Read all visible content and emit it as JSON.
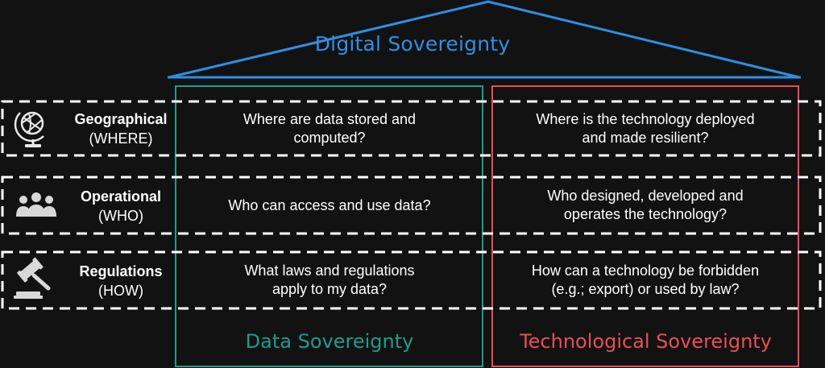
{
  "title": "Digital Sovereignty",
  "columns": [
    {
      "title": "Data Sovereignty",
      "color": "#1f9b8f"
    },
    {
      "title": "Technological Sovereignty",
      "color": "#ea4d59"
    }
  ],
  "roof_color": "#2e8fe6",
  "rows": [
    {
      "icon": "globe-icon",
      "label": "Geographical",
      "sublabel": "(WHERE)",
      "data_line1": "Where are data stored and",
      "data_line2": "computed?",
      "tech_line1": "Where is the technology deployed",
      "tech_line2": "and made resilient?"
    },
    {
      "icon": "people-group-icon",
      "label": "Operational",
      "sublabel": "(WHO)",
      "data_line1": "Who can access and use data?",
      "data_line2": "",
      "tech_line1": "Who designed, developed and",
      "tech_line2": "operates the technology?"
    },
    {
      "icon": "gavel-icon",
      "label": "Regulations",
      "sublabel": "(HOW)",
      "data_line1": "What laws and regulations",
      "data_line2": "apply to my data?",
      "tech_line1": "How can a technology be forbidden",
      "tech_line2": "(e.g.; export) or used by law?"
    }
  ]
}
